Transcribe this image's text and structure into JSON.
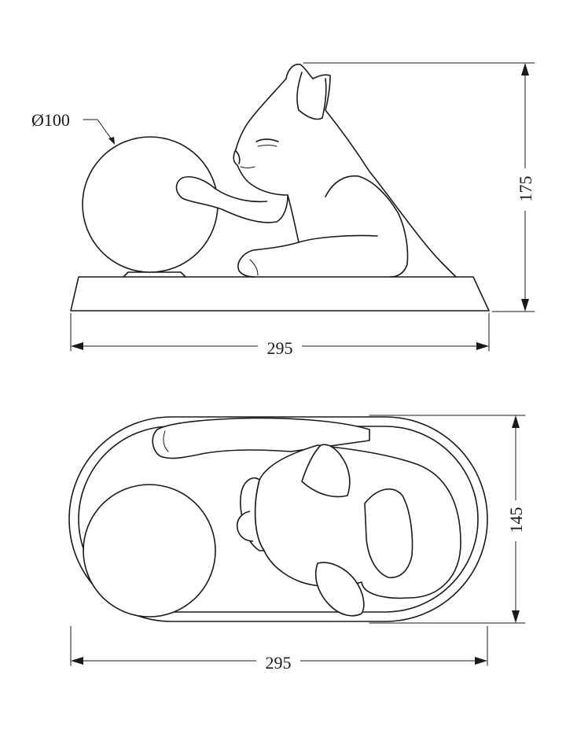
{
  "side_view": {
    "globe_diameter_label": "Ø100",
    "height_label": "175",
    "width_label": "295"
  },
  "top_view": {
    "depth_label": "145",
    "width_label": "295"
  }
}
